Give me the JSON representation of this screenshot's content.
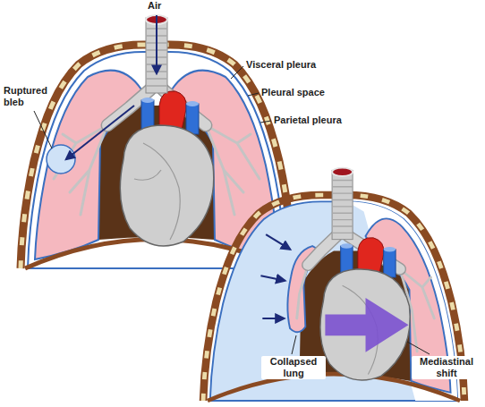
{
  "diagram": {
    "labels": [
      "Air",
      "Visceral pleura",
      "Pleural space",
      "Parietal pleura",
      "Ruptured bleb",
      "Collapsed lung",
      "Mediastinal shift"
    ]
  }
}
